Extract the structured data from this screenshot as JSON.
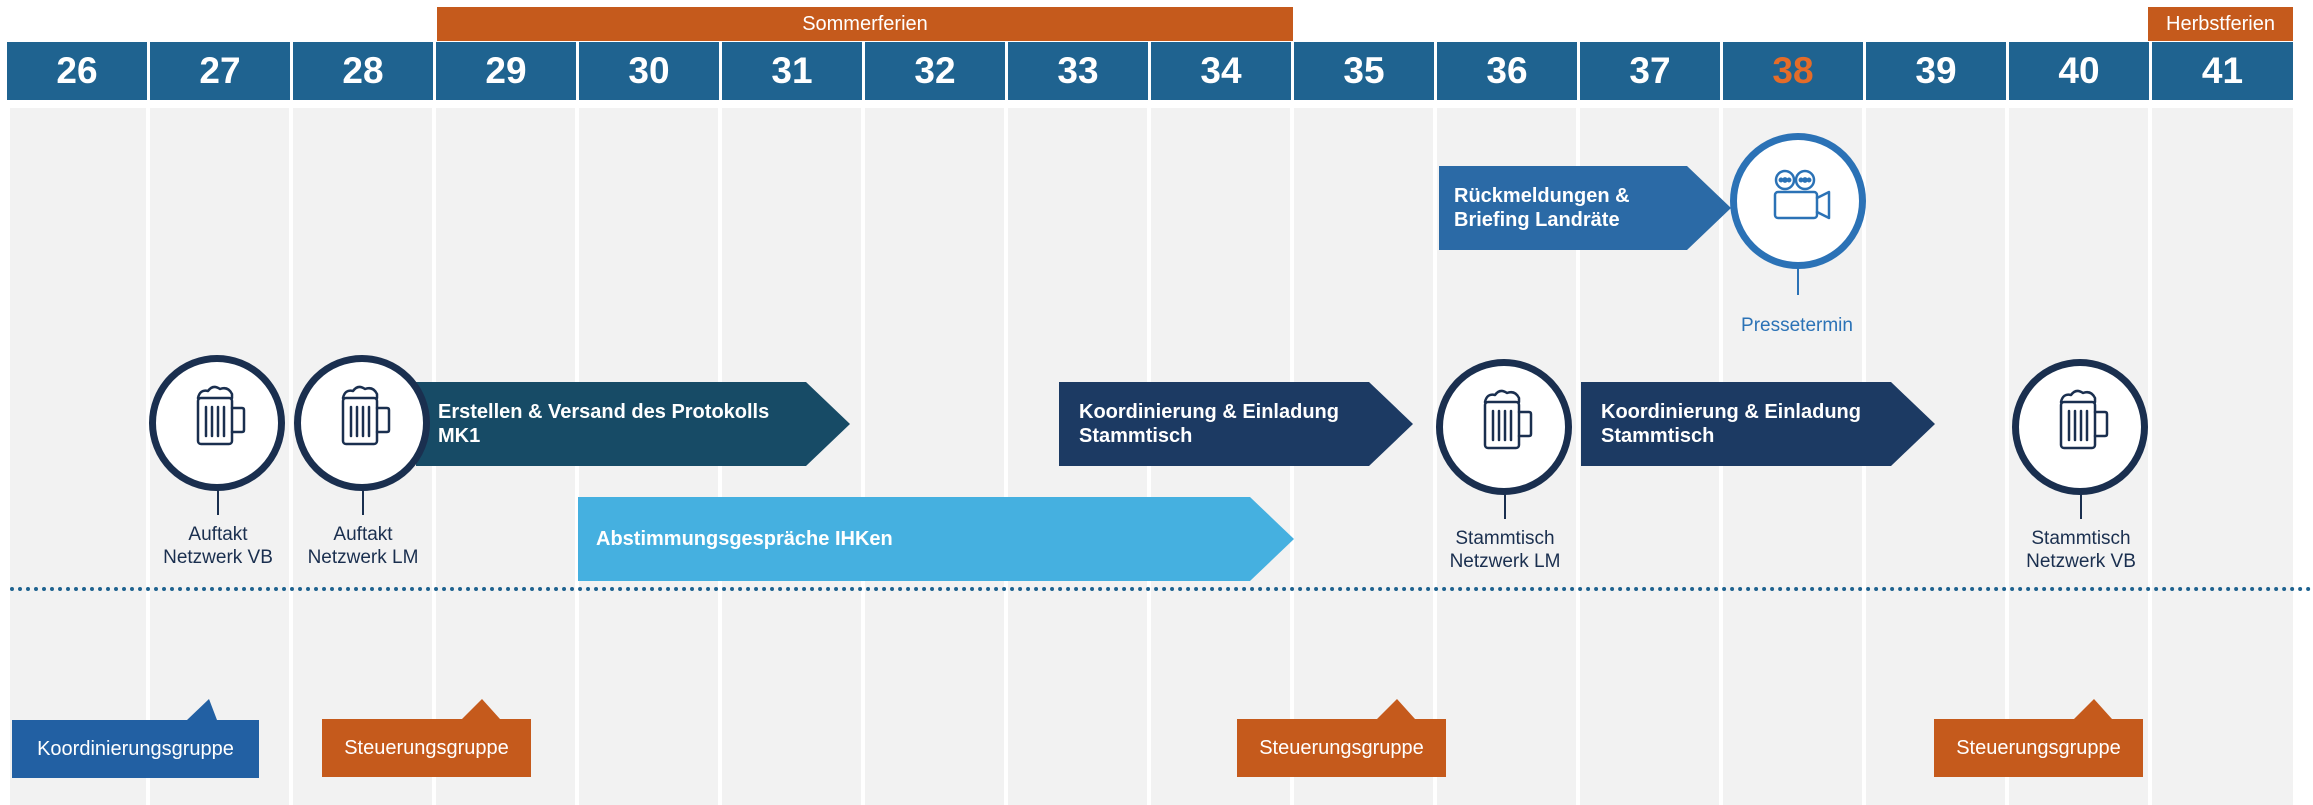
{
  "bands": {
    "summer": "Sommerferien",
    "autumn": "Herbstferien"
  },
  "weeks": [
    "26",
    "27",
    "28",
    "29",
    "30",
    "31",
    "32",
    "33",
    "34",
    "35",
    "36",
    "37",
    "38",
    "39",
    "40",
    "41"
  ],
  "highlight_week": "38",
  "colors": {
    "header": "#1f6390",
    "band": "#c55a1c",
    "highlight": "#e46c29",
    "dark_teal": "#174b66",
    "navy": "#1c3a63",
    "mid_blue": "#2b6aa6",
    "light_blue": "#45b0e0",
    "circle_border": "#1a2f4f",
    "camera_blue": "#2b72b6"
  },
  "tasks": {
    "protokoll": "Erstellen & Versand des Protokolls MK1",
    "koordinierung_1": "Koordinierung & Einladung Stammtisch",
    "rueckmeldungen": "Rückmeldungen & Briefing  Landräte",
    "koordinierung_2": "Koordinierung & Einladung Stammtisch",
    "abstimmung": "Abstimmungsgespräche IHKen"
  },
  "events": {
    "auftakt_vb": [
      "Auftakt",
      "Netzwerk VB"
    ],
    "auftakt_lm": [
      "Auftakt",
      "Netzwerk LM"
    ],
    "stammtisch_lm": [
      "Stammtisch",
      "Netzwerk LM"
    ],
    "stammtisch_vb": [
      "Stammtisch",
      "Netzwerk VB"
    ],
    "pressetermin": "Pressetermin"
  },
  "icons": {
    "event": "beer-mug-icon",
    "press": "video-camera-icon"
  },
  "groups": {
    "koordinierungsgruppe": "Koordinierungsgruppe",
    "steuerung_1": "Steuerungsgruppe",
    "steuerung_2": "Steuerungsgruppe",
    "steuerung_3": "Steuerungsgruppe"
  }
}
